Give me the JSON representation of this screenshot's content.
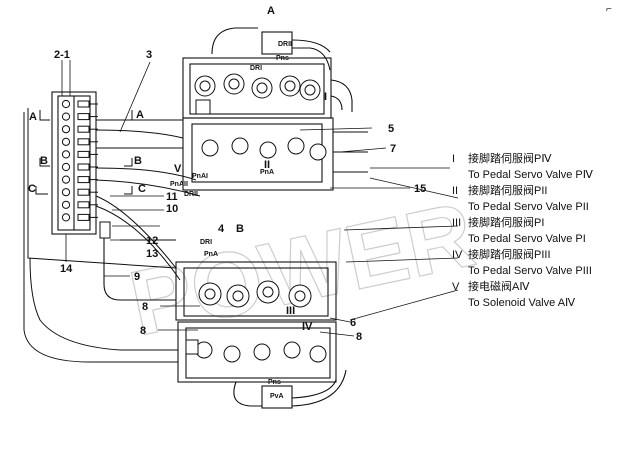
{
  "section_labels": {
    "a_top": "A",
    "a_left": "A",
    "a_mid": "A",
    "b_left": "B",
    "b_mid": "B",
    "b_bottom": "B",
    "c_left": "C",
    "c_mid": "C"
  },
  "callouts": {
    "c2_1": "2-1",
    "c3": "3",
    "c4": "4",
    "c5": "5",
    "c6": "6",
    "c7": "7",
    "c8a": "8",
    "c8b": "8",
    "c8c": "8",
    "c9": "9",
    "c10": "10",
    "c11": "11",
    "c12": "12",
    "c13": "13",
    "c14": "14",
    "c15": "15"
  },
  "port_labels": {
    "drii_top": "DRII",
    "pns_top": "Pns",
    "dri_top": "DRI",
    "praii": "PnAII",
    "pnai_mid": "PnAI",
    "pna_mid": "PnA",
    "drii_mid": "DRII",
    "pna_lower": "PnA",
    "dri_lower": "DRI",
    "pns_bottom": "Pns",
    "pva_bottom": "PvA"
  },
  "roman": {
    "i": "I",
    "ii": "II",
    "iii": "III",
    "iv": "IV",
    "v": "V"
  },
  "legend": [
    {
      "numeral": "I",
      "zh": "接脚踏伺服阀PⅣ",
      "en": "To Pedal Servo Valve PⅣ"
    },
    {
      "numeral": "II",
      "zh": "接脚踏伺服阀PII",
      "en": "To Pedal Servo Valve PII"
    },
    {
      "numeral": "III",
      "zh": "接脚踏伺服阀PI",
      "en": "To Pedal Servo Valve PI"
    },
    {
      "numeral": "IV",
      "zh": "接脚踏伺服阀PIII",
      "en": "To Pedal Servo Valve PIII"
    },
    {
      "numeral": "V",
      "zh": "接电磁阀AⅣ",
      "en": "To Solenoid Valve AⅣ"
    }
  ],
  "corner_mark": "⌐",
  "colors": {
    "line": "#111111",
    "watermark": "#c8c8c8",
    "background": "#ffffff"
  }
}
